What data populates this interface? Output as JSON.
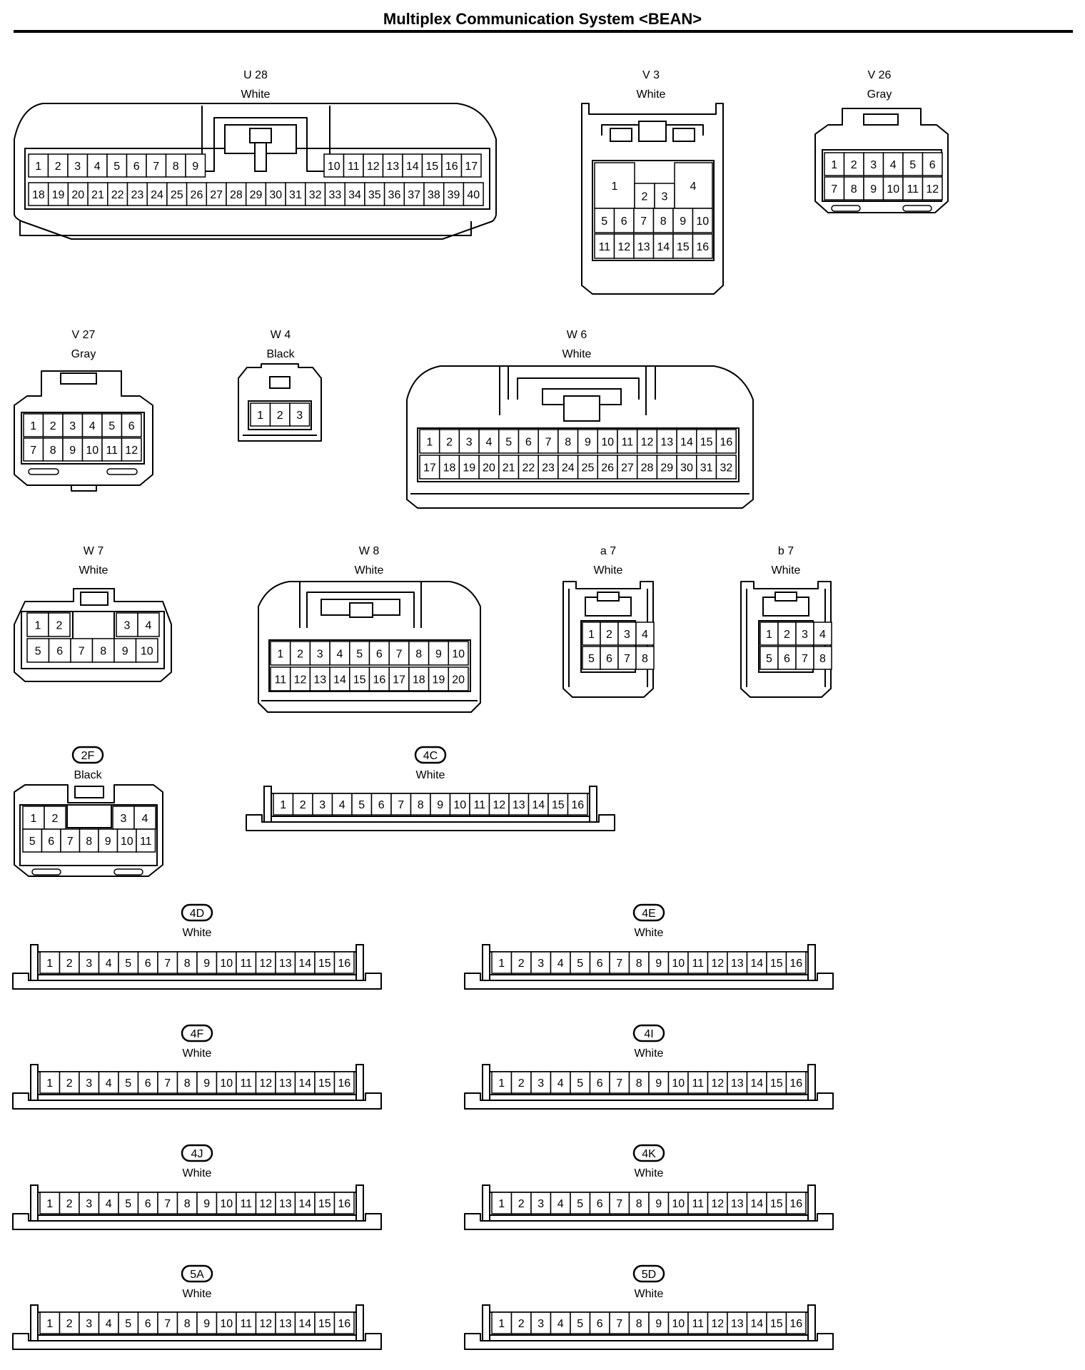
{
  "title": "Multiplex Communication System <BEAN>",
  "connectors": [
    {
      "id": "U28",
      "code": "U 28",
      "color": "White",
      "boxed": false
    },
    {
      "id": "V3",
      "code": "V 3",
      "color": "White",
      "boxed": false
    },
    {
      "id": "V26",
      "code": "V 26",
      "color": "Gray",
      "boxed": false
    },
    {
      "id": "V27",
      "code": "V 27",
      "color": "Gray",
      "boxed": false
    },
    {
      "id": "W4",
      "code": "W 4",
      "color": "Black",
      "boxed": false
    },
    {
      "id": "W6",
      "code": "W 6",
      "color": "White",
      "boxed": false
    },
    {
      "id": "W7",
      "code": "W 7",
      "color": "White",
      "boxed": false
    },
    {
      "id": "W8",
      "code": "W 8",
      "color": "White",
      "boxed": false
    },
    {
      "id": "a7",
      "code": "a 7",
      "color": "White",
      "boxed": false
    },
    {
      "id": "b7",
      "code": "b 7",
      "color": "White",
      "boxed": false
    },
    {
      "id": "2F",
      "code": "2F",
      "color": "Black",
      "boxed": true
    },
    {
      "id": "4C",
      "code": "4C",
      "color": "White",
      "boxed": true
    },
    {
      "id": "4D",
      "code": "4D",
      "color": "White",
      "boxed": true
    },
    {
      "id": "4E",
      "code": "4E",
      "color": "White",
      "boxed": true
    },
    {
      "id": "4F",
      "code": "4F",
      "color": "White",
      "boxed": true
    },
    {
      "id": "4I",
      "code": "4I",
      "color": "White",
      "boxed": true
    },
    {
      "id": "4J",
      "code": "4J",
      "color": "White",
      "boxed": true
    },
    {
      "id": "4K",
      "code": "4K",
      "color": "White",
      "boxed": true
    },
    {
      "id": "5A",
      "code": "5A",
      "color": "White",
      "boxed": true
    },
    {
      "id": "5D",
      "code": "5D",
      "color": "White",
      "boxed": true
    }
  ]
}
